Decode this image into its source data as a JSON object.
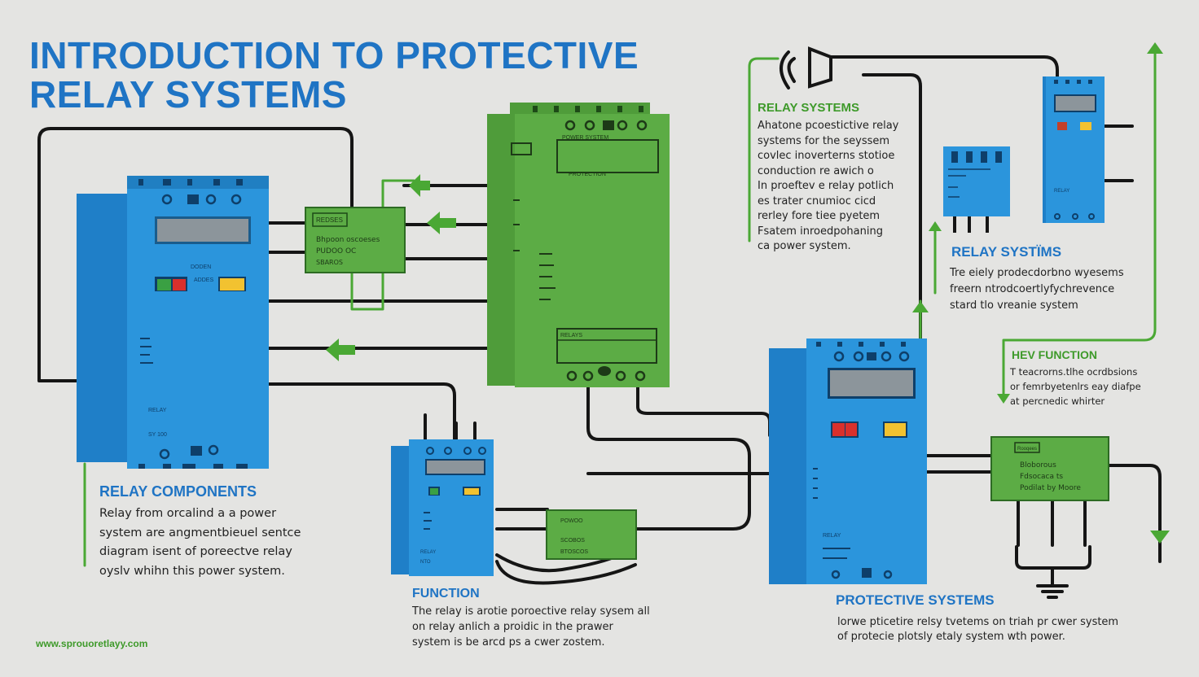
{
  "title": {
    "line1": "INTRODUCTION TO PROTECTIVE",
    "line2": "RELAY SYSTEMS"
  },
  "colors": {
    "title": "#1f74c4",
    "relay_blue": "#2b95dc",
    "module_green": "#5cac45",
    "heading_green": "#3e9a2a",
    "heading_blue": "#1f74c4",
    "wire": "#151515"
  },
  "sections": {
    "relay_systems_top": {
      "heading": "RELAY SYSTEMS",
      "lines": [
        "Ahatone pcoestictive relay",
        "systems for the seyssem",
        "covlec inoverterns stotioe",
        "conduction re awich o",
        "In proeftev e relay potlich",
        "es trater cnumioc cicd",
        "rerley fore tiee pyetem",
        "Fsatem inroedpohaning",
        "ca power system."
      ]
    },
    "relay_systems_mid": {
      "heading": "RELAY SYSTЇMS",
      "lines": [
        "Tre eiely prodecdorbno wyesems",
        "freern ntrodcoertlyfychrevence",
        "stard tlo vreanie system"
      ]
    },
    "key_function": {
      "heading": "HEV FUNCTION",
      "lines": [
        "T teacrorns.tlhe ocrdbsions",
        "or femrbyetenlrs eay diafpe",
        "at percnedic whirter"
      ]
    },
    "relay_components": {
      "heading": "RELAY COMPONENTS",
      "lines": [
        "Relay from orcalind a a power",
        "system are angmentbieuel sentce",
        "diagram isent of poreectve relay",
        "oyslv whihn this power system."
      ]
    },
    "function": {
      "heading": "FUNCTION",
      "lines": [
        "The relay is arotie poroective relay sysem all",
        "on relay anlich a proidic in the prawer",
        "system is be arcd ps a cwer zostem."
      ]
    },
    "protective_systems": {
      "heading": "PROTECTIVE SYSTEMS",
      "lines": [
        "lorwe pticetire relsy tvetems on triah pr cwer system",
        "of protecie plotsly etaly system wth power."
      ]
    }
  },
  "devices": {
    "relay_left": {
      "label1": "DODEN",
      "label2": "ADDES",
      "label3": "RELAY",
      "label4": "SY 100"
    },
    "module_small_left": {
      "label1": "REDSES",
      "label2": "Bhpoon oscoeses",
      "label3": "PUDOO OC",
      "label4": "SBAROS"
    },
    "panel_center": {
      "label1": "POWER SYSTEM",
      "label2": "PROTECTION",
      "label3": "RELAYS"
    },
    "relay_bottom": {
      "label1": "RELAY",
      "label2": "NTO"
    },
    "module_bottom": {
      "label1": "POWOO",
      "label2": "SCOBOS",
      "label3": "BTOSCOS"
    },
    "relay_right_large": {
      "label1": "RELAY"
    },
    "module_right": {
      "label1": "Rooqees",
      "label2": "Bloborous",
      "label3": "Fdsocaca ts",
      "label4": "Podilat by Moore"
    },
    "relay_top_right": {
      "label1": "RELAY"
    }
  },
  "website": "www.sprouoretlayy.com"
}
